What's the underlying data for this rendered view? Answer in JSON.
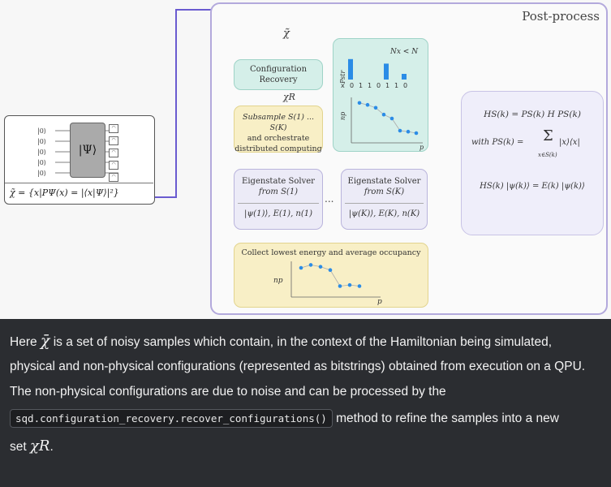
{
  "diagram": {
    "post_process_title": "Post-process",
    "x_tilde_label": "χ̃",
    "xr_label": "χR",
    "circuit": {
      "qubit_label": "|0⟩",
      "qubit_count": 5,
      "gate_label": "|Ψ⟩",
      "formula": "χ̃ = {x|PΨ(x) = |⟨x|Ψ⟩|²}"
    },
    "config_recovery": {
      "line1": "Configuration",
      "line2": "Recovery"
    },
    "subsample": {
      "line1": "Subsample S(1) ... S(K)",
      "line2": "and orchestrate",
      "line3": "distributed computing"
    },
    "solver_1": {
      "line1": "Eigenstate Solver",
      "line2": "from S(1)",
      "result": "|ψ(1)⟩, E(1), n(1)"
    },
    "solver_k": {
      "line1": "Eigenstate Solver",
      "line2": "from S(K)",
      "result": "|ψ(K)⟩, E(K), n(K)"
    },
    "dots": "...",
    "collect": {
      "label": "Collect lowest energy and average occupancy",
      "y_axis": "np",
      "x_axis": "p"
    },
    "top_plot": {
      "legend": "Nx < N",
      "y_axis": "Pstr",
      "bits": [
        "x",
        "0",
        "1",
        "1",
        "0",
        "1",
        "1",
        "0"
      ],
      "bar_values": [
        0.9,
        0.0,
        0.0,
        0.0,
        0.7,
        0.0,
        0.25
      ],
      "y2_axis": "np",
      "x2_axis": "p",
      "scatter": [
        [
          1,
          0.82
        ],
        [
          2,
          0.78
        ],
        [
          3,
          0.72
        ],
        [
          4,
          0.58
        ],
        [
          5,
          0.5
        ],
        [
          6,
          0.25
        ],
        [
          7,
          0.23
        ],
        [
          8,
          0.2
        ]
      ]
    },
    "bottom_scatter": [
      [
        1,
        0.8
      ],
      [
        2,
        0.88
      ],
      [
        3,
        0.83
      ],
      [
        4,
        0.74
      ],
      [
        5,
        0.3
      ],
      [
        6,
        0.33
      ],
      [
        7,
        0.3
      ]
    ],
    "math_panel": {
      "eq1": "HS(k) = PS(k) H PS(k)",
      "eq2_prefix": "with PS(k) =",
      "eq2_sum": "Σ",
      "eq2_sub": "x∈S(k)",
      "eq2_term": "|x⟩⟨x|",
      "eq3": "HS(k) |ψ(k)⟩ = E(k) |ψ(k)⟩"
    }
  },
  "text": {
    "l1_a": "Here ",
    "l1_sym": "χ̄",
    "l1_b": " is a set of noisy samples which contain, in the context of the Hamiltonian being simulated,",
    "l2": "physical and non-physical configurations (represented as bitstrings) obtained from execution on a QPU.",
    "l3": "The non-physical configurations are due to noise and can be processed by the",
    "code": "sqd.configuration_recovery.recover_configurations()",
    "l4_b": " method to refine the samples into a new",
    "l5_a": "set ",
    "l5_sym": "χR",
    "l5_b": "."
  }
}
